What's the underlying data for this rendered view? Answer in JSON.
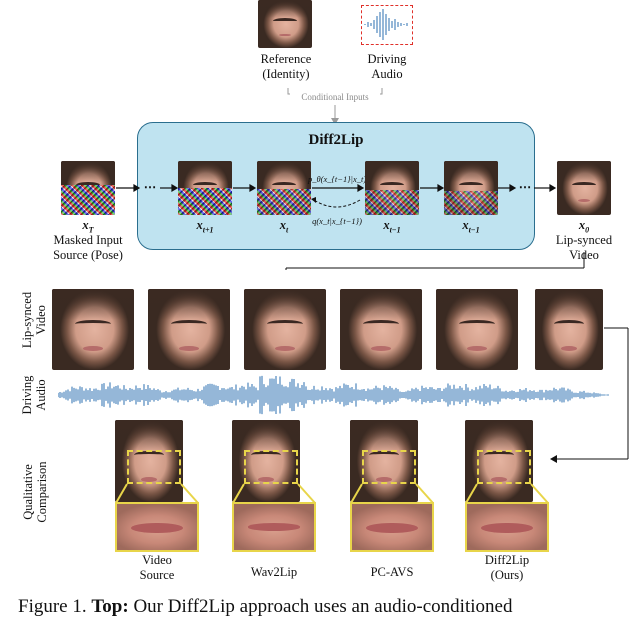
{
  "top": {
    "reference_label": [
      "Reference",
      "(Identity)"
    ],
    "driving_audio_label": [
      "Driving",
      "Audio"
    ],
    "conditional_inputs": "Conditional Inputs"
  },
  "diffusion": {
    "title": "Diff2Lip",
    "x_T": "x",
    "x_T_sub": "T",
    "x_t_plus_1": "x",
    "x_t_plus_1_sub": "t+1",
    "x_t": "x",
    "x_t_sub": "t",
    "x_t_minus_1": "x",
    "x_t_minus_1_sub": "t−1",
    "x_t_minus_1b": "x",
    "x_t_minus_1b_sub": "t−1",
    "x_0": "x",
    "x_0_sub": "0",
    "forward_label": "p_θ(x_{t−1}|x_t)",
    "reverse_label": "q(x_t|x_{t−1})",
    "masked_input_label": [
      "Masked Input",
      "Source (Pose)"
    ],
    "lip_synced_label": [
      "Lip-synced",
      "Video"
    ],
    "ellipsis": "⋯"
  },
  "rows": {
    "lip_synced_video": [
      "Lip-synced",
      "Video"
    ],
    "driving_audio": [
      "Driving",
      "Audio"
    ],
    "qualitative": [
      "Qualitative",
      "Comparison"
    ]
  },
  "methods": [
    {
      "label": [
        "Video",
        "Source"
      ]
    },
    {
      "label": [
        "Wav2Lip"
      ]
    },
    {
      "label": [
        "PC-AVS"
      ]
    },
    {
      "label": [
        "Diff2Lip",
        "(Ours)"
      ]
    }
  ],
  "caption": {
    "prefix": "Figure 1. ",
    "bold": "Top:",
    "rest": " Our Diff2Lip  approach uses an audio-conditioned"
  },
  "colors": {
    "box_fill": "#bfe3f0",
    "box_border": "#2a6e8e",
    "waveform": "#2b6fb0",
    "highlight": "#e8d54a",
    "audio_border": "#e0302a"
  }
}
